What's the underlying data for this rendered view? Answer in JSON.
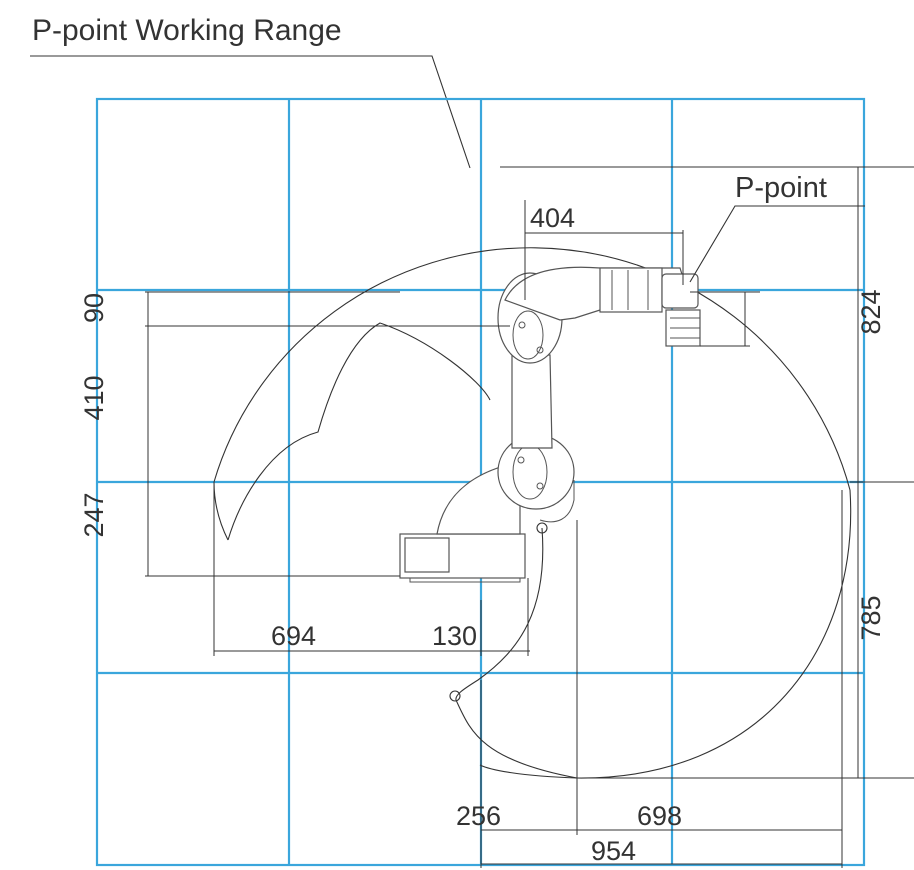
{
  "title": "P-point Working Range",
  "callout": {
    "p_point": "P-point"
  },
  "dimensions": {
    "d404": "404",
    "d90": "90",
    "d410": "410",
    "d247": "247",
    "d824": "824",
    "d785": "785",
    "d694": "694",
    "d130": "130",
    "d256": "256",
    "d698": "698",
    "d954": "954"
  },
  "colors": {
    "grid": "#3aa6dc",
    "line": "#333333",
    "text": "#333333"
  }
}
